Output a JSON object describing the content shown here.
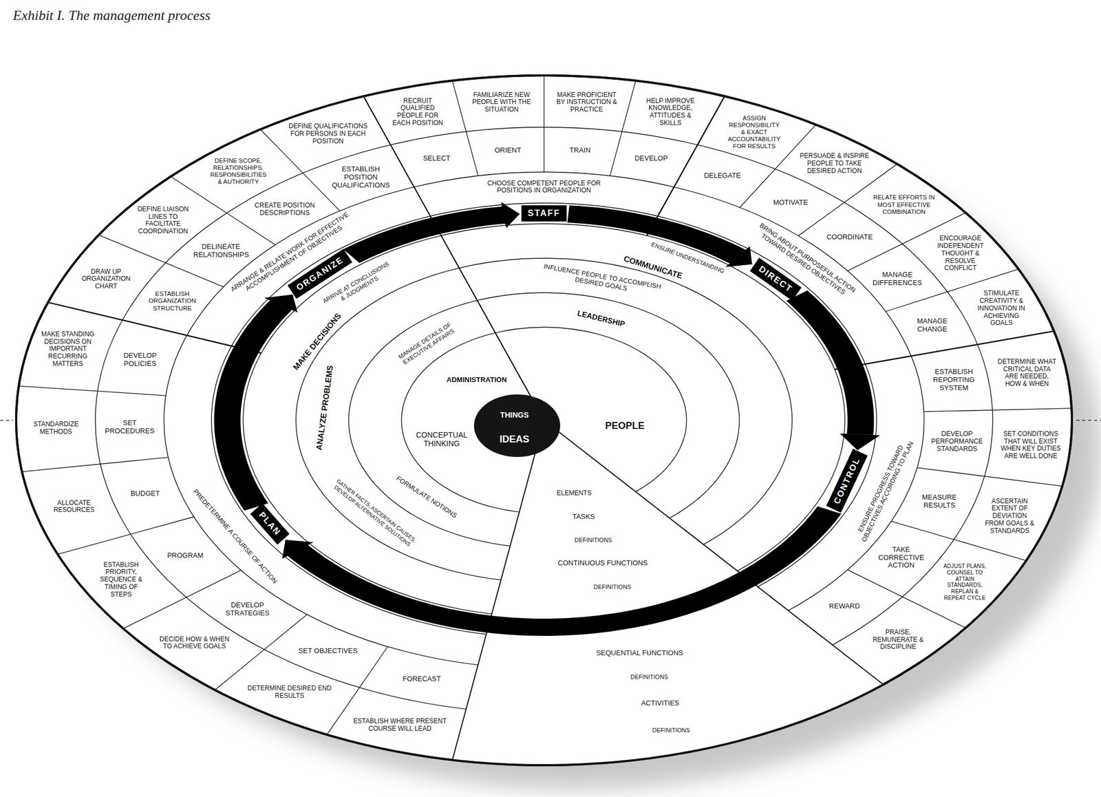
{
  "diagram": {
    "title": "Exhibit I. The management process",
    "nodes": [
      {
        "text": [
          "PLAN"
        ]
      },
      {
        "text": [
          "PREDETERMINE A COURSE OF ACTION"
        ]
      },
      {
        "text": [
          "DEVELOP POLICIES"
        ]
      },
      {
        "text": [
          "SET PROCEDURES"
        ]
      },
      {
        "text": [
          "BUDGET"
        ]
      },
      {
        "text": [
          "PROGRAM"
        ]
      },
      {
        "text": [
          "DEVELOP STRATEGIES"
        ]
      },
      {
        "text": [
          "SET OBJECTIVES"
        ]
      },
      {
        "text": [
          "FORECAST"
        ]
      },
      {
        "text": [
          "MAKE STANDING DECISIONS ON IMPORTANT RECURRING MATTERS"
        ]
      },
      {
        "text": [
          "STANDARDIZE METHODS"
        ]
      },
      {
        "text": [
          "ALLOCATE RESOURCES"
        ]
      },
      {
        "text": [
          "ESTABLISH PRIORITY, SEQUENCE & TIMING OF STEPS"
        ]
      },
      {
        "text": [
          "DECIDE HOW & WHEN TO ACHIEVE GOALS"
        ]
      },
      {
        "text": [
          "DETERMINE DESIRED END RESULTS"
        ]
      },
      {
        "text": [
          "ESTABLISH WHERE PRESENT COURSE WILL LEAD"
        ]
      },
      {
        "text": [
          "ORGANIZE"
        ]
      },
      {
        "text": [
          "ARRANGE & RELATE WORK FOR EFFECTIVE ACCOMPLISHMENT OF OBJECTIVES"
        ]
      },
      {
        "text": [
          "ESTABLISH ORGANIZATION STRUCTURE"
        ]
      },
      {
        "text": [
          "DELINEATE RELATIONSHIPS"
        ]
      },
      {
        "text": [
          "CREATE POSITION DESCRIPTIONS"
        ]
      },
      {
        "text": [
          "ESTABLISH POSITION QUALIFICATIONS"
        ]
      },
      {
        "text": [
          "DRAW UP ORGANIZATION CHART"
        ]
      },
      {
        "text": [
          "DEFINE LIAISON LINES TO FACILITATE COORDINATION"
        ]
      },
      {
        "text": [
          "DEFINE SCOPE, RELATIONSHIPS, RESPONSIBILITIES & AUTHORITY"
        ]
      },
      {
        "text": [
          "DEFINE QUALIFICATIONS FOR PERSONS IN EACH POSITION"
        ]
      },
      {
        "text": [
          "STAFF"
        ]
      },
      {
        "text": [
          "CHOOSE COMPETENT PEOPLE FOR POSITIONS IN ORGANIZATION"
        ]
      },
      {
        "text": [
          "SELECT"
        ]
      },
      {
        "text": [
          "ORIENT"
        ]
      },
      {
        "text": [
          "TRAIN"
        ]
      },
      {
        "text": [
          "DEVELOP"
        ]
      },
      {
        "text": [
          "RECRUIT QUALIFIED PEOPLE FOR EACH POSITION"
        ]
      },
      {
        "text": [
          "FAMILIARIZE NEW PEOPLE WITH THE SITUATION"
        ]
      },
      {
        "text": [
          "MAKE PROFICIENT BY INSTRUCTION & PRACTICE"
        ]
      },
      {
        "text": [
          "HELP IMPROVE KNOWLEDGE, ATTITUDES & SKILLS"
        ]
      },
      {
        "text": [
          "DIRECT"
        ]
      },
      {
        "text": [
          "BRING ABOUT PURPOSEFUL ACTION TOWARD DESIRED OBJECTIVES"
        ]
      },
      {
        "text": [
          "DELEGATE"
        ]
      },
      {
        "text": [
          "MOTIVATE"
        ]
      },
      {
        "text": [
          "COORDINATE"
        ]
      },
      {
        "text": [
          "MANAGE DIFFERENCES"
        ]
      },
      {
        "text": [
          "MANAGE CHANGE"
        ]
      },
      {
        "text": [
          "ASSIGN RESPONSIBILITY & EXACT ACCOUNTABILITY FOR RESULTS"
        ]
      },
      {
        "text": [
          "PERSUADE & INSPIRE PEOPLE TO TAKE DESIRED ACTION"
        ]
      },
      {
        "text": [
          "RELATE EFFORTS IN MOST EFFECTIVE COMBINATION"
        ]
      },
      {
        "text": [
          "ENCOURAGE INDEPENDENT THOUGHT & RESOLVE CONFLICT"
        ]
      },
      {
        "text": [
          "STIMULATE CREATIVITY & INNOVATION IN ACHIEVING GOALS"
        ]
      },
      {
        "text": [
          "CONTROL"
        ]
      },
      {
        "text": [
          "ENSURE PROGRESS TOWARD OBJECTIVES ACCORDING TO PLAN"
        ]
      },
      {
        "text": [
          "ESTABLISH REPORTING SYSTEM"
        ]
      },
      {
        "text": [
          "DEVELOP PERFORMANCE STANDARDS"
        ]
      },
      {
        "text": [
          "MEASURE RESULTS"
        ]
      },
      {
        "text": [
          "TAKE CORRECTIVE ACTION"
        ]
      },
      {
        "text": [
          "REWARD"
        ]
      },
      {
        "text": [
          "DETERMINE WHAT CRITICAL DATA ARE NEEDED, HOW & WHEN"
        ]
      },
      {
        "text": [
          "SET CONDITIONS THAT WILL EXIST WHEN KEY DUTIES ARE WELL DONE"
        ]
      },
      {
        "text": [
          "ASCERTAIN EXTENT OF DEVIATION FROM GOALS & STANDARDS"
        ]
      },
      {
        "text": [
          "ADJUST PLANS, COUNSEL TO ATTAIN STANDARDS, REPLAN & REPEAT CYCLE"
        ]
      },
      {
        "text": [
          "PRAISE, REMUNERATE & DISCIPLINE"
        ]
      }
    ],
    "edges": [
      {
        "from": 0,
        "to": 16,
        "arrow": "to"
      },
      {
        "from": 16,
        "to": 26,
        "arrow": "to"
      },
      {
        "from": 26,
        "to": 36,
        "arrow": "to"
      },
      {
        "from": 36,
        "to": 48,
        "arrow": "to"
      },
      {
        "from": 48,
        "to": 0,
        "arrow": "to"
      }
    ],
    "labels": [
      "MAKE DECISIONS",
      "ARRIVE AT CONCLUSIONS & JUDGMENTS",
      "ANALYZE PROBLEMS",
      "GATHER FACTS, ASCERTAIN CAUSES, DEVELOP ALTERNATIVE SOLUTIONS",
      "MANAGE DETAILS OF EXECUTIVE AFFAIRS",
      "FORMULATE NOTIONS",
      "ADMINISTRATION",
      "CONCEPTUAL THINKING",
      "THINGS",
      "IDEAS",
      "COMMUNICATE",
      "ENSURE UNDERSTANDING",
      "INFLUENCE PEOPLE TO ACCOMPLISH DESIRED GOALS",
      "LEADERSHIP",
      "PEOPLE",
      "ELEMENTS",
      "TASKS",
      "DEFINITIONS",
      "CONTINUOUS FUNCTIONS",
      "DEFINITIONS",
      "SEQUENTIAL FUNCTIONS",
      "DEFINITIONS",
      "ACTIVITIES",
      "DEFINITIONS"
    ]
  }
}
